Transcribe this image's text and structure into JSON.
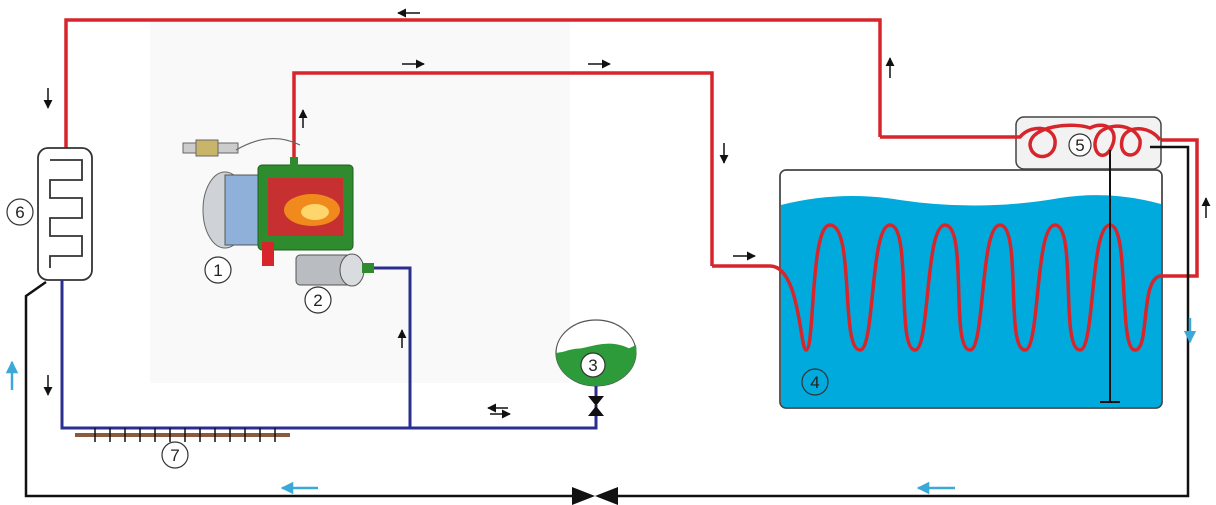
{
  "colors": {
    "hot_pipe": "#d7262b",
    "cold_pipe": "#2a2f8f",
    "return_line": "#111111",
    "water": "#00aadd",
    "flow_arrow_cyan": "#3aa9d8",
    "expansion_liquid": "#2e9b3a",
    "heater_green": "#2e8b2e",
    "heater_flame": "#f08a1c",
    "heater_blue": "#5b8fd0",
    "floor_pipe": "#8a5a3a"
  },
  "components": [
    {
      "id": "heater",
      "label": "1"
    },
    {
      "id": "pump",
      "label": "2"
    },
    {
      "id": "expansion-tank",
      "label": "3"
    },
    {
      "id": "water-tank",
      "label": "4"
    },
    {
      "id": "heat-exchanger",
      "label": "5"
    },
    {
      "id": "radiator",
      "label": "6"
    },
    {
      "id": "floor-heating",
      "label": "7"
    }
  ]
}
